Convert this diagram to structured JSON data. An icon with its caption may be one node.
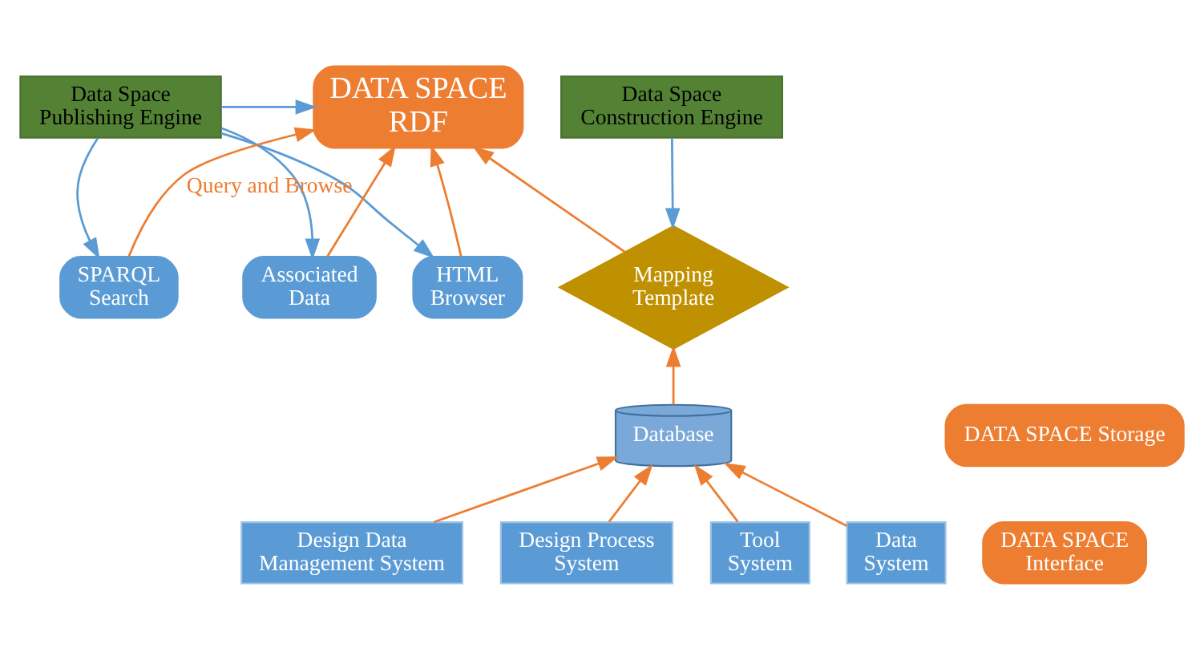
{
  "diagram": {
    "nodes": [
      {
        "text": [
          "Data Space Construction Engine"
        ]
      },
      {
        "text": [
          "DATA SPACE RDF"
        ]
      },
      {
        "text": [
          "Data Space Publishing Engine"
        ]
      },
      {
        "text": [
          "Mapping Template"
        ]
      },
      {
        "text": [
          "SPARQL Search"
        ]
      },
      {
        "text": [
          "Associated Data"
        ]
      },
      {
        "text": [
          "Database"
        ]
      },
      {
        "text": [
          "HTML Browser"
        ]
      },
      {
        "text": [
          "Design Data Management System"
        ]
      },
      {
        "text": [
          "Design Process System"
        ]
      },
      {
        "text": [
          "Tool System"
        ]
      },
      {
        "text": [
          "Data System"
        ]
      },
      {
        "text": [
          "DATA SPACE Interface"
        ]
      },
      {
        "text": [
          "DATA SPACE Storage"
        ]
      }
    ],
    "edges": [
      {
        "from": 0,
        "to": 3,
        "arrow": "to",
        "color": "#5b9bd5"
      },
      {
        "from": 3,
        "to": 1,
        "arrow": "to"
      },
      {
        "from": 2,
        "to": 1,
        "arrow": "to",
        "color": "#5b9bd5"
      },
      {
        "from": 2,
        "to": 4,
        "arrow": "to",
        "color": "#5b9bd5"
      },
      {
        "from": 2,
        "to": 5,
        "arrow": "to",
        "color": "#5b9bd5"
      },
      {
        "from": 2,
        "to": 7,
        "arrow": "to",
        "color": "#5b9bd5"
      },
      {
        "from": 4,
        "to": 1,
        "arrow": "to",
        "label": "Query and Browse"
      },
      {
        "from": 5,
        "to": 1,
        "arrow": "to"
      },
      {
        "from": 7,
        "to": 1,
        "arrow": "to"
      },
      {
        "from": 6,
        "to": 3,
        "arrow": "to"
      },
      {
        "from": 8,
        "to": 6,
        "arrow": "to"
      },
      {
        "from": 9,
        "to": 6,
        "arrow": "to"
      },
      {
        "from": 10,
        "to": 6,
        "arrow": "to"
      },
      {
        "from": 11,
        "to": 6,
        "arrow": "to"
      }
    ]
  }
}
